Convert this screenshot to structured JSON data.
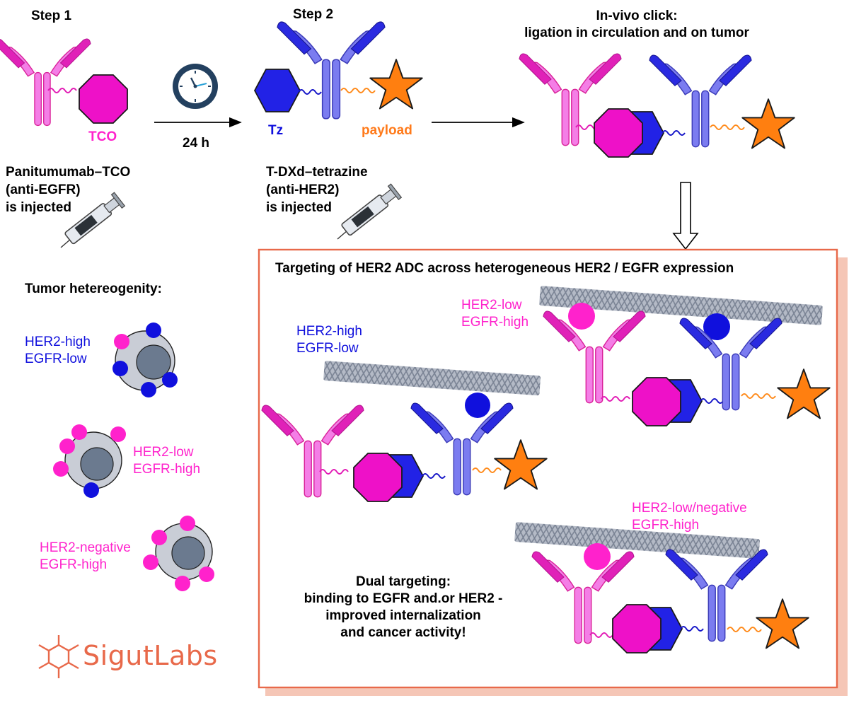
{
  "steps": {
    "step1": "Step 1",
    "step2": "Step 2",
    "time": "24 h",
    "click_title_line1": "In-vivo click:",
    "click_title_line2": "ligation in circulation and on tumor"
  },
  "labels": {
    "tco": "TCO",
    "tz": "Tz",
    "payload": "payload"
  },
  "injections": {
    "pan_line1": "Panitumumab–TCO",
    "pan_line2": "(anti-EGFR)",
    "pan_line3": "is injected",
    "tdxd_line1": "T-DXd–tetrazine",
    "tdxd_line2": "(anti-HER2)",
    "tdxd_line3": "is injected"
  },
  "heterogeneity": {
    "title": "Tumor hetereogenity:",
    "cell1_line1": "HER2-high",
    "cell1_line2": "EGFR-low",
    "cell2_line1": "HER2-low",
    "cell2_line2": "EGFR-high",
    "cell3_line1": "HER2-negative",
    "cell3_line2": "EGFR-high"
  },
  "box": {
    "title": "Targeting of HER2 ADC across heterogeneous HER2 / EGFR expression",
    "a_line1": "HER2-high",
    "a_line2": "EGFR-low",
    "b_line1": "HER2-low",
    "b_line2": "EGFR-high",
    "c_line1": "HER2-low/negative",
    "c_line2": "EGFR-high",
    "dual_line1": "Dual targeting:",
    "dual_line2": "binding to EGFR and.or HER2 -",
    "dual_line3": "improved internalization",
    "dual_line4": "and cancer activity!"
  },
  "logo": {
    "text": "SigutLabs"
  },
  "colors": {
    "pink": "#ff22cc",
    "blue": "#1010dd",
    "orange": "#ff7a1a",
    "box_border": "#e8694a",
    "box_shadow": "#f5c6b6",
    "ab_pink": "#f47ee6",
    "ab_blue": "#7b7cf0",
    "membrane": "#9aa2b0",
    "cell_nucleus": "#6b7a8f"
  }
}
